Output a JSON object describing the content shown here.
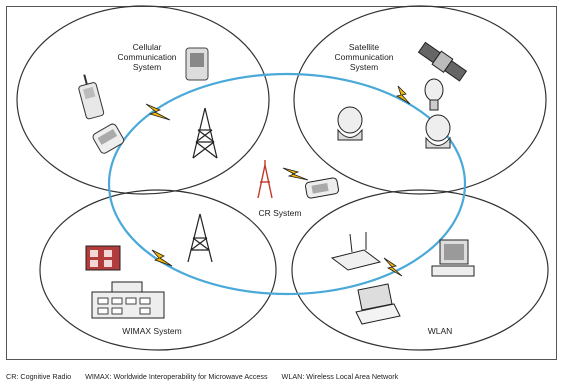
{
  "labels": {
    "cellular": "Cellular\nCommunication\nSystem",
    "satellite": "Satellite\nCommunication\nSystem",
    "cr": "CR System",
    "wimax": "WIMAX System",
    "wlan": "WLAN"
  },
  "legend": [
    "CR: Cognitive Radio",
    "WIMAX: Worldwide Interoperability for Microwave Access",
    "WLAN: Wireless Local Area Network"
  ],
  "colors": {
    "cr_ring": "#4aa9d9",
    "outline": "#333333",
    "tower_red": "#c0392b",
    "bolt": "#f2b705"
  }
}
